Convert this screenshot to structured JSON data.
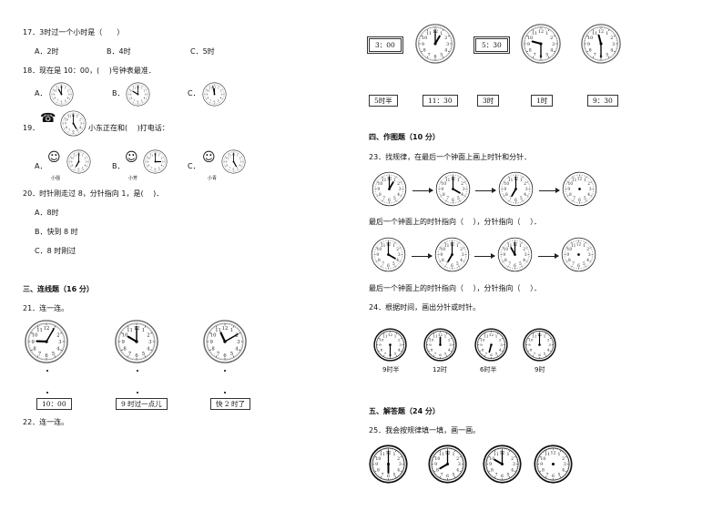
{
  "q17": {
    "text": "17．3时过一个小时是（　　）",
    "options": [
      "A．2时",
      "B．4时",
      "C．5时"
    ]
  },
  "q18": {
    "text": "18．现在是 10：00，(　 )号钟表最准．",
    "labels": [
      "A．",
      "B．",
      "C．"
    ],
    "clocks": [
      {
        "h": 11,
        "m": 0
      },
      {
        "h": 10,
        "m": 0
      },
      {
        "h": 11,
        "m": 58
      }
    ]
  },
  "q19": {
    "text": "小东正在和(　 )打电话：",
    "num": "19．",
    "main_clock": {
      "h": 5,
      "m": 0
    },
    "labels": [
      "A．",
      "B．",
      "C．"
    ],
    "names": [
      "小强",
      "小芳",
      "小青"
    ],
    "clocks": [
      {
        "h": 7,
        "m": 0
      },
      {
        "h": 3,
        "m": 0
      },
      {
        "h": 5,
        "m": 0
      }
    ]
  },
  "q20": {
    "text": "20．时针刚走过 8，分针指向 1，是(　 )．",
    "options": [
      "A．8时",
      "B．快到 8 时",
      "C．8 时刚过"
    ]
  },
  "section3": {
    "title": "三、连线题（16 分）"
  },
  "q21": {
    "text": "21．连一连。",
    "clocks": [
      {
        "h": 9,
        "m": 5
      },
      {
        "h": 10,
        "m": 0
      },
      {
        "h": 11,
        "m": 10
      }
    ],
    "labels": [
      "10：00",
      "9 时过一点儿",
      "快 2 时了"
    ]
  },
  "q22": {
    "text": "22．连一连。",
    "top_items": [
      {
        "type": "box",
        "label": "3：00"
      },
      {
        "type": "clock",
        "h": 1,
        "m": 0
      },
      {
        "type": "box",
        "label": "5：30"
      },
      {
        "type": "clock",
        "h": 9,
        "m": 30
      },
      {
        "type": "clock",
        "h": 11,
        "m": 30
      }
    ],
    "bottom_labels": [
      "5时半",
      "11：30",
      "3时",
      "1时",
      "9：30"
    ]
  },
  "section4": {
    "title": "四、作图题（10 分）"
  },
  "q23": {
    "text": "23．找规律，在最后一个钟面上画上时针和分针．",
    "row1": [
      {
        "h": 1,
        "m": 0
      },
      {
        "h": 4,
        "m": 0
      },
      {
        "h": 7,
        "m": 0
      },
      {
        "h": null,
        "m": null
      }
    ],
    "row2": [
      {
        "h": 4,
        "m": 0
      },
      {
        "h": 7,
        "m": 0
      },
      {
        "h": 11,
        "m": 0
      },
      {
        "h": null,
        "m": null
      }
    ],
    "answer_text": "最后一个钟面上的时针指向（　 ），分针指向（　 ）．"
  },
  "q24": {
    "text": "24．根据时间，画出分针或时针。",
    "clocks": [
      {
        "h": null,
        "m": 30
      },
      {
        "h": 12,
        "m": null
      },
      {
        "h": 6.5,
        "m": null
      },
      {
        "h": null,
        "m": 0
      }
    ],
    "labels": [
      "9时半",
      "12时",
      "6时半",
      "9时"
    ]
  },
  "section5": {
    "title": "五、解答题（24 分）"
  },
  "q25": {
    "text": "25．我会按规律填一填，画一画。",
    "clocks": [
      {
        "h": 6,
        "m": 0
      },
      {
        "h": 8,
        "m": 0
      },
      {
        "h": 10,
        "m": 0
      },
      {
        "h": null,
        "m": null
      }
    ]
  }
}
